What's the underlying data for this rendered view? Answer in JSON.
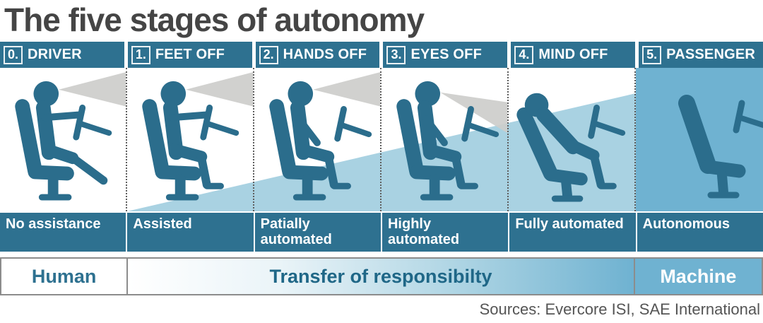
{
  "title": "The five stages of autonomy",
  "source_note": "Sources: Evercore ISI, SAE International",
  "colors": {
    "teal": "#2e7190",
    "figure_teal": "#2b6d8c",
    "wedge_blue": "#a9d2e2",
    "stage5_blue": "#6fb2d1",
    "cone_gray": "#cdcdcb",
    "title_gray": "#454545",
    "source_gray": "#555555",
    "border_gray": "#8c8c8c"
  },
  "stages": [
    {
      "number": "0.",
      "header": "DRIVER",
      "label": "No assistance",
      "icon": "driver-attentive-hands-on-wheel-feet-on-pedals-icon"
    },
    {
      "number": "1.",
      "header": "FEET OFF",
      "label": "Assisted",
      "icon": "driver-attentive-hands-on-wheel-feet-off-icon"
    },
    {
      "number": "2.",
      "header": "HANDS OFF",
      "label": "Patially automated",
      "icon": "driver-attentive-hands-off-wheel-icon"
    },
    {
      "number": "3.",
      "header": "EYES OFF",
      "label": "Highly automated",
      "icon": "driver-glancing-down-hands-off-wheel-icon"
    },
    {
      "number": "4.",
      "header": "MIND OFF",
      "label": "Fully automated",
      "icon": "driver-reclined-inattentive-icon"
    },
    {
      "number": "5.",
      "header": "PASSENGER",
      "label": "Autonomous",
      "icon": "empty-seat-autonomous-icon"
    }
  ],
  "footer": {
    "left": "Human",
    "center": "Transfer of responsibilty",
    "right": "Machine"
  }
}
